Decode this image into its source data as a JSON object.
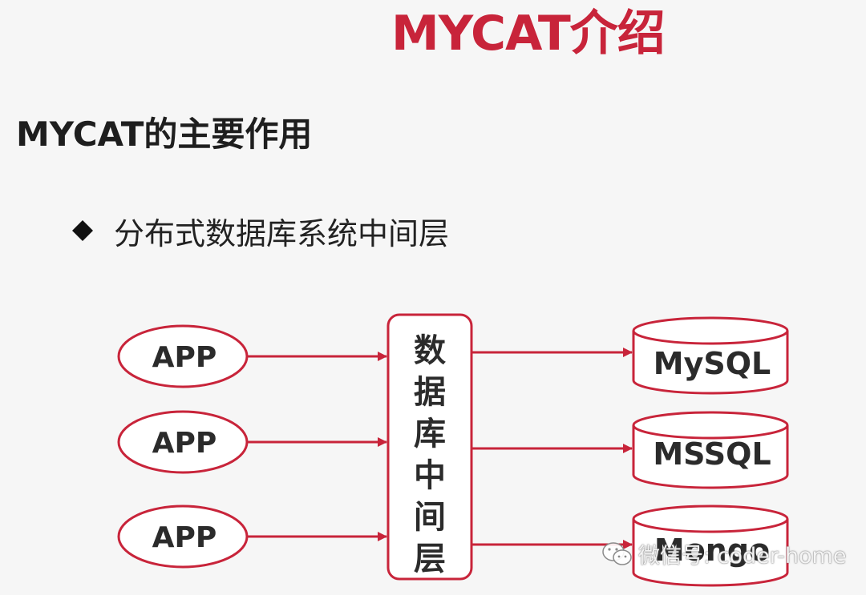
{
  "title": "MYCAT介绍",
  "section_heading": "MYCAT的主要作用",
  "bullet": "分布式数据库系统中间层",
  "diagram": {
    "apps": [
      "APP",
      "APP",
      "APP"
    ],
    "middleware_chars": [
      "数",
      "据",
      "库",
      "中",
      "间",
      "层"
    ],
    "databases": [
      "MySQL",
      "MSSQL",
      "Mongo"
    ]
  },
  "watermark": "微信号: coder-home",
  "colors": {
    "accent": "#c8243a",
    "text": "#222222",
    "background": "#f6f6f6"
  }
}
